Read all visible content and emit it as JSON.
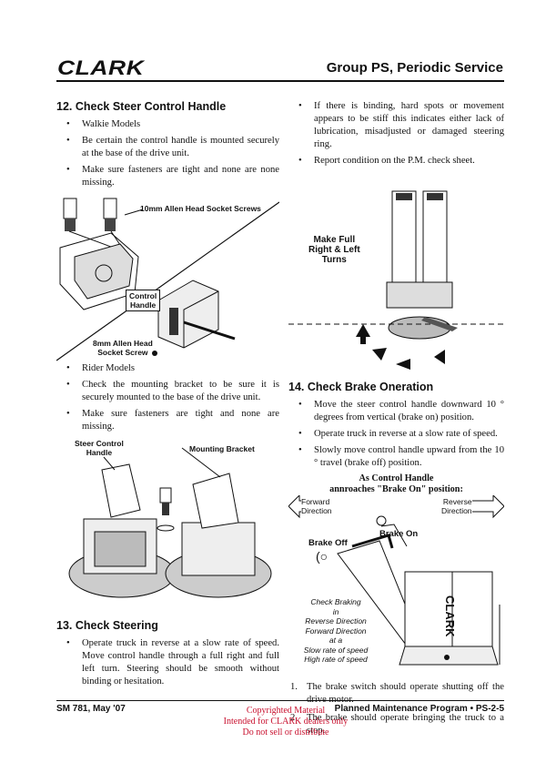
{
  "header": {
    "logo": "CLARK",
    "title": "Group PS, Periodic Service"
  },
  "section12": {
    "title": "12. Check Steer Control Handle",
    "bullets_a": [
      "Walkie Models",
      "Be certain the control handle is mounted securely at the base of the drive unit.",
      "Make sure fasteners are tight and none are none missing."
    ],
    "fig1": {
      "screws_label": "10mm Allen Head Socket Screws",
      "handle_label_1": "Control",
      "handle_label_2": "Handle",
      "screw_label_1": "8mm Allen Head",
      "screw_label_2": "Socket Screw"
    },
    "bullets_b": [
      "Rider Models",
      "Check the mounting bracket to be sure it is securely mounted to the base of the drive unit.",
      "Make sure fasteners are tight and none are missing."
    ],
    "fig2": {
      "steer_label_1": "Steer Control",
      "steer_label_2": "Handle",
      "bracket_label": "Mounting Bracket"
    }
  },
  "section13": {
    "title": "13. Check Steering",
    "bullets": [
      "Operate truck in reverse at a slow rate of speed. Move control handle through a full right and full left turn. Steering should be smooth without binding or hesitation."
    ]
  },
  "right_top": {
    "bullets": [
      "If there is binding, hard spots or movement appears to be stiff this indicates either lack of lubrication, misadjusted or damaged steering ring.",
      "Report condition on the P.M. check sheet."
    ],
    "fig3": {
      "label_1": "Make Full",
      "label_2": "Right & Left",
      "label_3": "Turns"
    }
  },
  "section14": {
    "title": "14. Check Brake Oneration",
    "bullets": [
      "Move the steer control handle downward 10 ° degrees from vertical (brake on) position.",
      "Operate truck in reverse at a slow rate of speed.",
      "Slowly move control handle upward from the 10 ° travel (brake off) position."
    ],
    "caption_1": "As Control Handle",
    "caption_2": "annroaches \"Brake On\" position:",
    "fig4": {
      "forward_1": "Forward",
      "forward_2": "Direction",
      "reverse_1": "Reverse",
      "reverse_2": "Direction",
      "brake_on": "Brake On",
      "brake_off": "Brake Off",
      "note": [
        "Check Braking",
        "in",
        "Reverse Direction",
        "Forward Direction",
        "at a",
        "Slow rate of speed",
        "High rate of speed"
      ],
      "truck_brand": "CLARK"
    },
    "numbered": [
      {
        "n": "1.",
        "text": "The brake switch should operate shutting off the drive motor."
      },
      {
        "n": "2.",
        "text": "The brake should operate bringing the truck to a stop."
      }
    ]
  },
  "footer": {
    "left": "SM 781, May '07",
    "right": "Planned Maintenance Program • PS-2-5",
    "copyright": [
      "Copyrighted Material",
      "Intended for CLARK dealers only",
      "Do not sell or distribute"
    ]
  }
}
